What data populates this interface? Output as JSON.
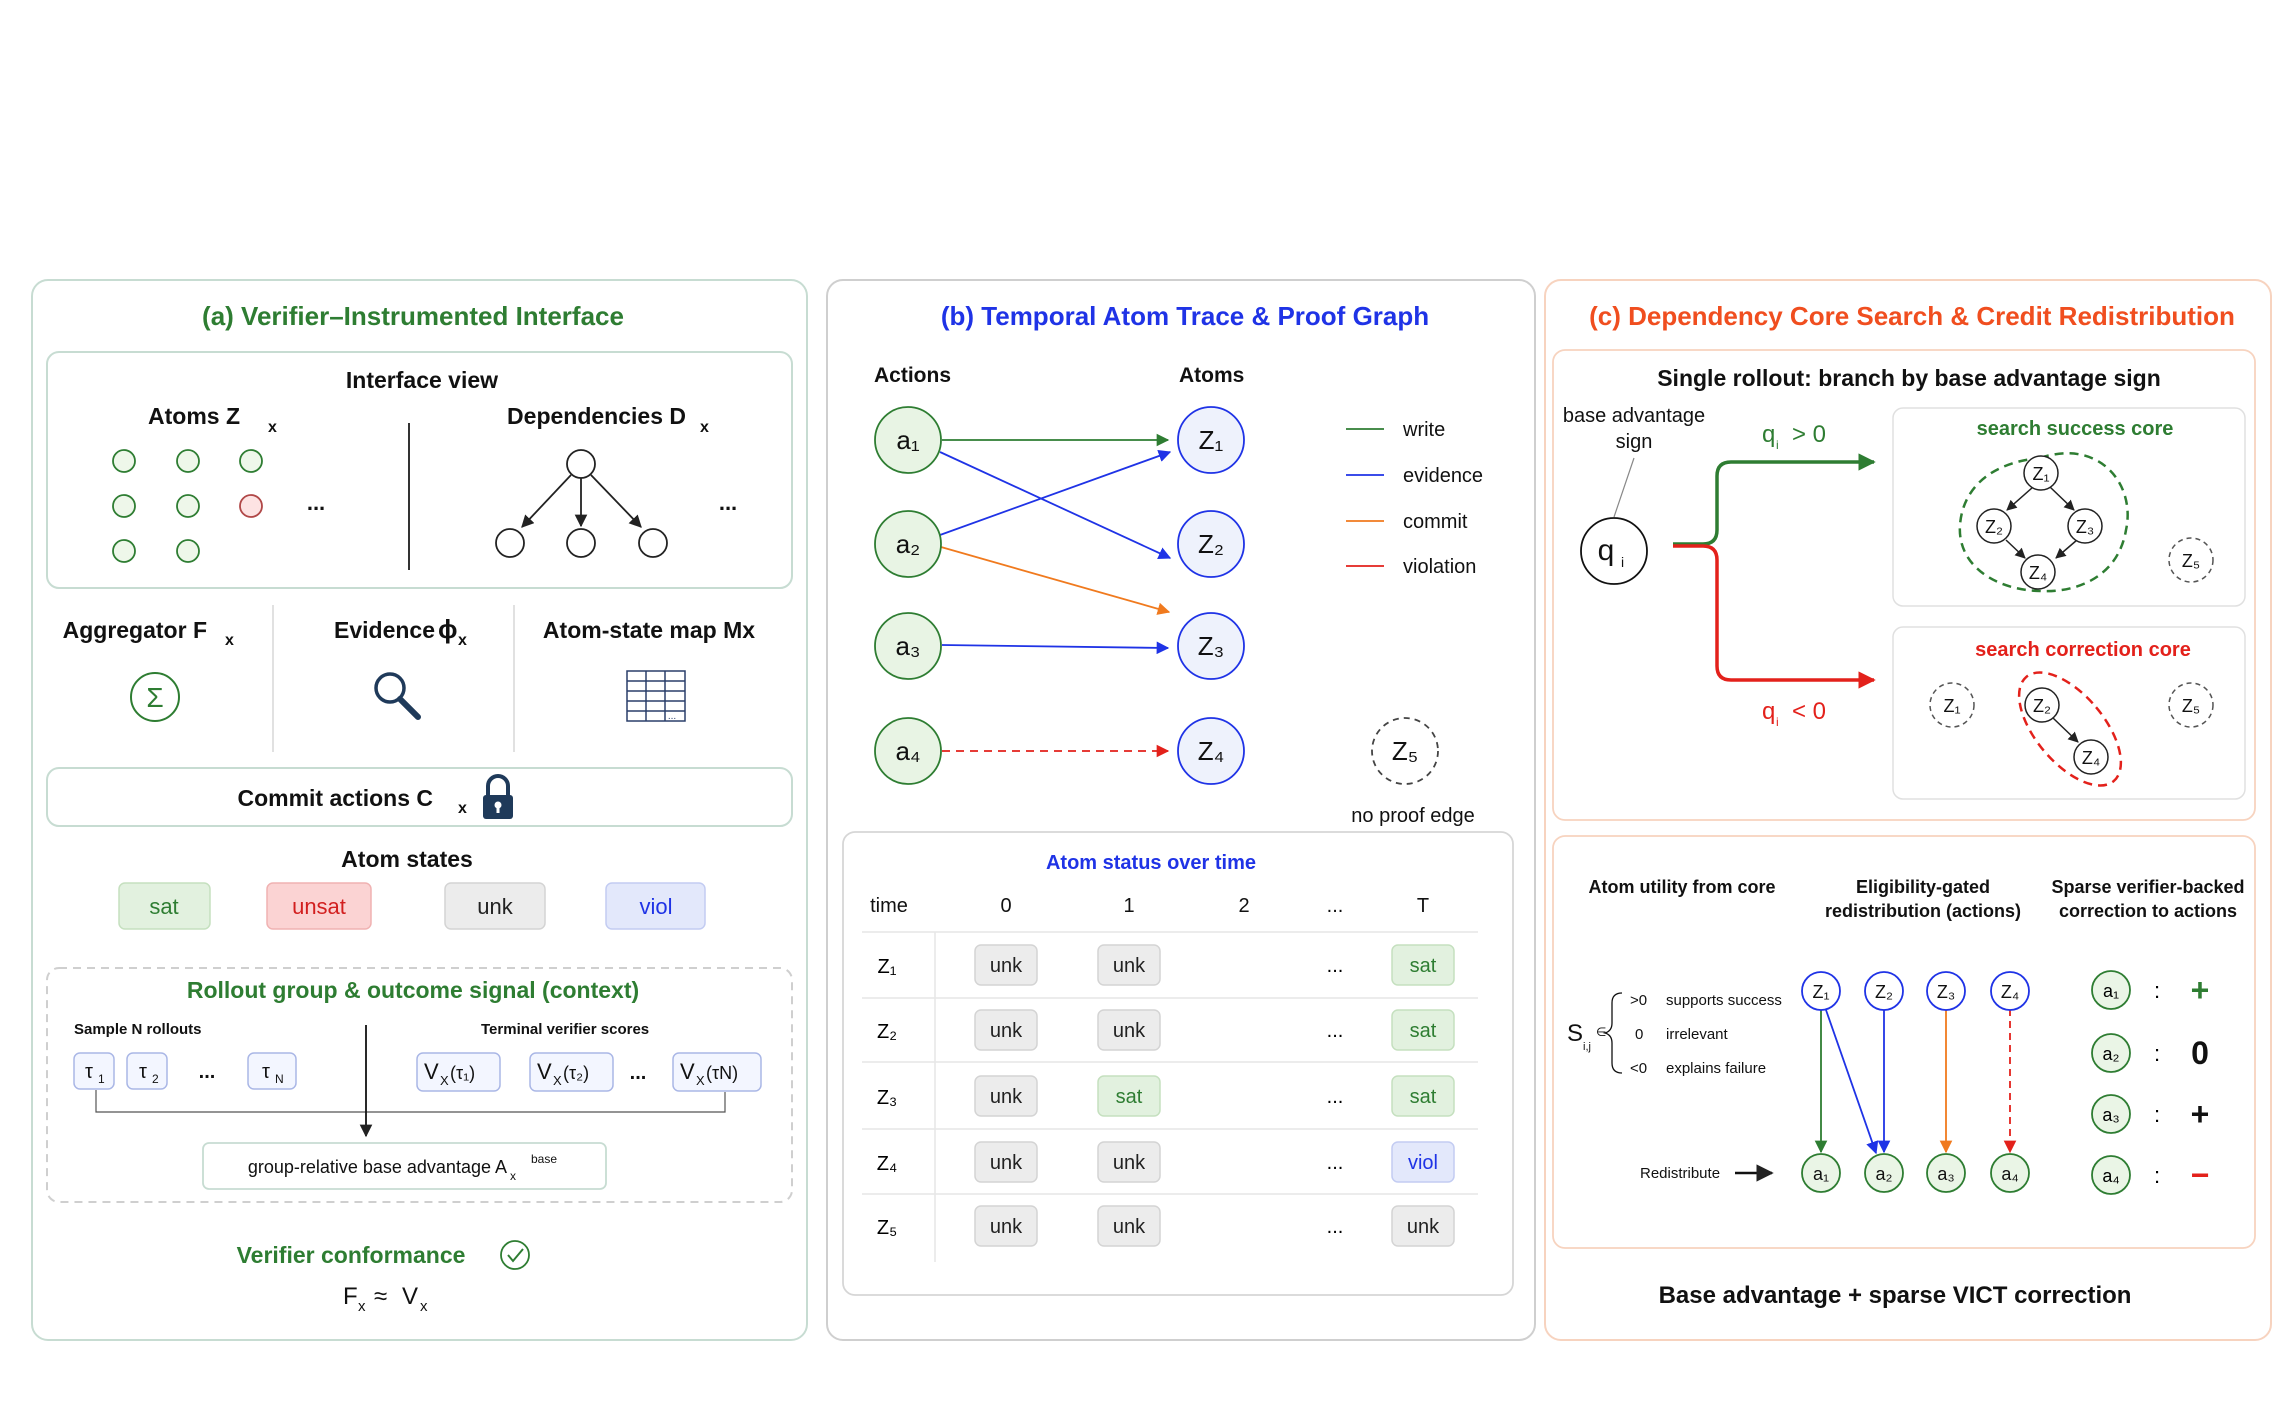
{
  "panel_a": {
    "title": "(a) Verifier–Instrumented Interface",
    "interface_view": "Interface view",
    "atoms_label": "Atoms Z",
    "atoms_sub": "x",
    "deps_label": "Dependencies  D",
    "deps_sub": "x",
    "ellipsis": "...",
    "aggregator_label": "Aggregator F",
    "aggregator_sub": "x",
    "aggregator_icon": "sigma-icon",
    "sigma": "Σ",
    "evidence_label": "Evidence",
    "evidence_phi": "ϕ",
    "evidence_sub": "x",
    "evidence_icon": "magnifier-icon",
    "map_label": "Atom-state map Mx",
    "map_icon": "table-icon",
    "map_cell": "...",
    "commit_label": "Commit actions  C",
    "commit_sub": "x",
    "commit_icon": "lock-icon",
    "atom_states_title": "Atom states",
    "states": [
      "sat",
      "unsat",
      "unk",
      "viol"
    ],
    "rollout_title": "Rollout group & outcome signal (context)",
    "sample_label": "Sample  N  rollouts",
    "taus": [
      "τ",
      "τ",
      "τ"
    ],
    "tau_subs": [
      "1",
      "2",
      "N"
    ],
    "terminal_label": "Terminal verifier scores",
    "v_label": "V",
    "v_sub": "X",
    "v_args": [
      "(τ₁)",
      "(τ₂)",
      "(τN)"
    ],
    "advantage_label": "group-relative base advantage  A",
    "advantage_sub": "x",
    "advantage_sup": "base",
    "conformance_title": "Verifier conformance",
    "conformance_icon": "check-circle-icon",
    "formula_F": "F",
    "formula_x1": "x",
    "formula_approx": "≈",
    "formula_V": "V",
    "formula_x2": "x"
  },
  "panel_b": {
    "title": "(b) Temporal Atom Trace & Proof Graph",
    "actions_header": "Actions",
    "atoms_header": "Atoms",
    "actions": [
      "a₁",
      "a₂",
      "a₃",
      "a₄"
    ],
    "atoms": [
      "Z₁",
      "Z₂",
      "Z₃",
      "Z₄"
    ],
    "legend": [
      {
        "label": "write",
        "color": "#2e7d32"
      },
      {
        "label": "evidence",
        "color": "#1f33e6"
      },
      {
        "label": "commit",
        "color": "#f07a1e"
      },
      {
        "label": "violation",
        "color": "#e3211b"
      }
    ],
    "orphan_atom": "Z₅",
    "orphan_caption": "no proof edge",
    "status_title": "Atom status over time",
    "time_header": [
      "time",
      "0",
      "1",
      "2",
      "...",
      "T"
    ],
    "rows": [
      {
        "atom": "Z₁",
        "t0": "unk",
        "t1": "unk",
        "dots": "...",
        "tT": "sat"
      },
      {
        "atom": "Z₂",
        "t0": "unk",
        "t1": "unk",
        "dots": "...",
        "tT": "sat"
      },
      {
        "atom": "Z₃",
        "t0": "unk",
        "t1": "sat",
        "dots": "...",
        "tT": "sat"
      },
      {
        "atom": "Z₄",
        "t0": "unk",
        "t1": "unk",
        "dots": "...",
        "tT": "viol"
      },
      {
        "atom": "Z₅",
        "t0": "unk",
        "t1": "unk",
        "dots": "...",
        "tT": "unk"
      }
    ]
  },
  "panel_c": {
    "title": "(c) Dependency Core Search & Credit Redistribution",
    "single_title": "Single rollout: branch by base advantage sign",
    "base_adv_line1": "base advantage",
    "base_adv_line2": "sign",
    "q": "q",
    "q_sub": "i",
    "q_pos_text": "> 0",
    "q_neg_text": "< 0",
    "success_title": "search success core",
    "correction_title": "search correction core",
    "z_labels": [
      "Z₁",
      "Z₂",
      "Z₃",
      "Z₄",
      "Z₅"
    ],
    "col1_title": "Atom utility from core",
    "col2_title_1": "Eligibility-gated",
    "col2_title_2": "redistribution (actions)",
    "col3_title_1": "Sparse verifier-backed",
    "col3_title_2": "correction to actions",
    "s_label": "S",
    "s_sub": "i,j",
    "s_in": "∈",
    "utility": [
      {
        "key": ">0",
        "desc": "supports success"
      },
      {
        "key": "0",
        "desc": "irrelevant"
      },
      {
        "key": "<0",
        "desc": "explains failure"
      }
    ],
    "redistribute_label": "Redistribute",
    "actions": [
      "a₁",
      "a₂",
      "a₃",
      "a₄"
    ],
    "corrections": [
      {
        "action": "a₁",
        "sep": ":",
        "sign": "+",
        "color": "#2e7d32"
      },
      {
        "action": "a₂",
        "sep": ":",
        "sign": "0",
        "color": "#111111"
      },
      {
        "action": "a₃",
        "sep": ":",
        "sign": "+",
        "color": "#111111"
      },
      {
        "action": "a₄",
        "sep": ":",
        "sign": "−",
        "color": "#e3211b"
      }
    ],
    "footer": "Base advantage + sparse VICT correction"
  }
}
